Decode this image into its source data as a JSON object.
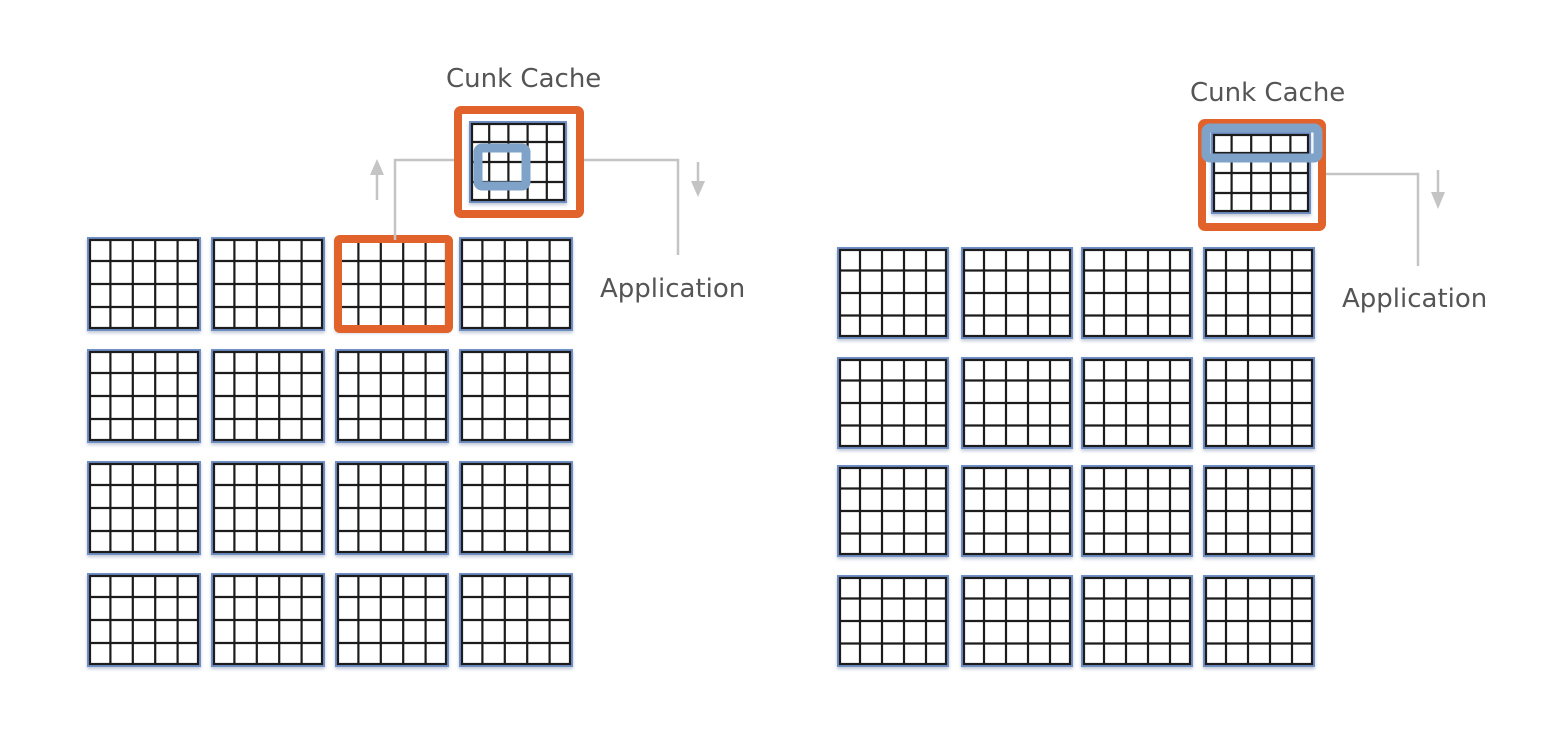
{
  "colors": {
    "grid_line": "#1a1a1a",
    "chunk_border": "#6f8fc6",
    "highlight_orange": "#e2622c",
    "highlight_blue": "#7ea2c8",
    "connector_gray": "#c4c4c4",
    "label_text": "#555555"
  },
  "left_panel": {
    "cache_label": "Cunk Cache",
    "application_label": "Application",
    "arrows": [
      "up-arrow",
      "down-arrow"
    ]
  },
  "right_panel": {
    "cache_label": "Cunk Cache",
    "application_label": "Application",
    "arrows": [
      "down-arrow"
    ]
  }
}
